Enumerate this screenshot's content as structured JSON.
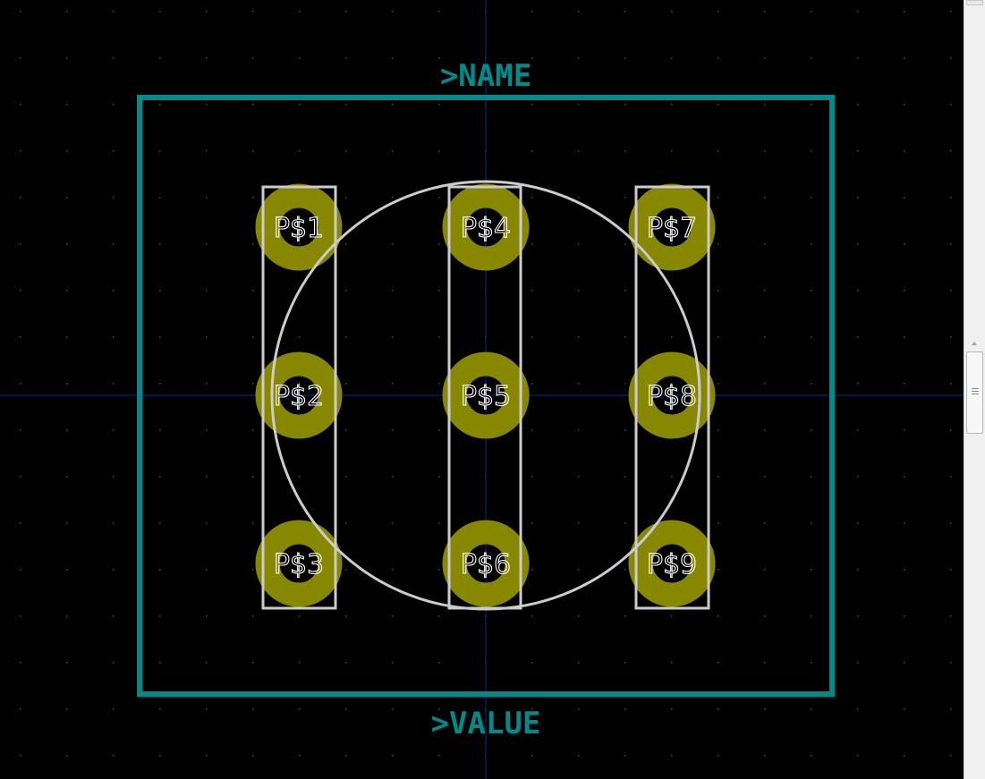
{
  "footprint": {
    "name_label": ">NAME",
    "value_label": ">VALUE",
    "pads": [
      "P$1",
      "P$2",
      "P$3",
      "P$4",
      "P$5",
      "P$6",
      "P$7",
      "P$8",
      "P$9"
    ]
  },
  "colors": {
    "background": "#000000",
    "grid_dot": "#4a4a4a",
    "crosshair": "#0a2a8a",
    "courtyard": "#008a8a",
    "silkscreen": "#cccccc",
    "pad": "#888800",
    "pad_label": "#ffffff"
  },
  "icons": {
    "scroll_up": "arrow-up-icon",
    "scroll_grip": "grip-icon"
  }
}
